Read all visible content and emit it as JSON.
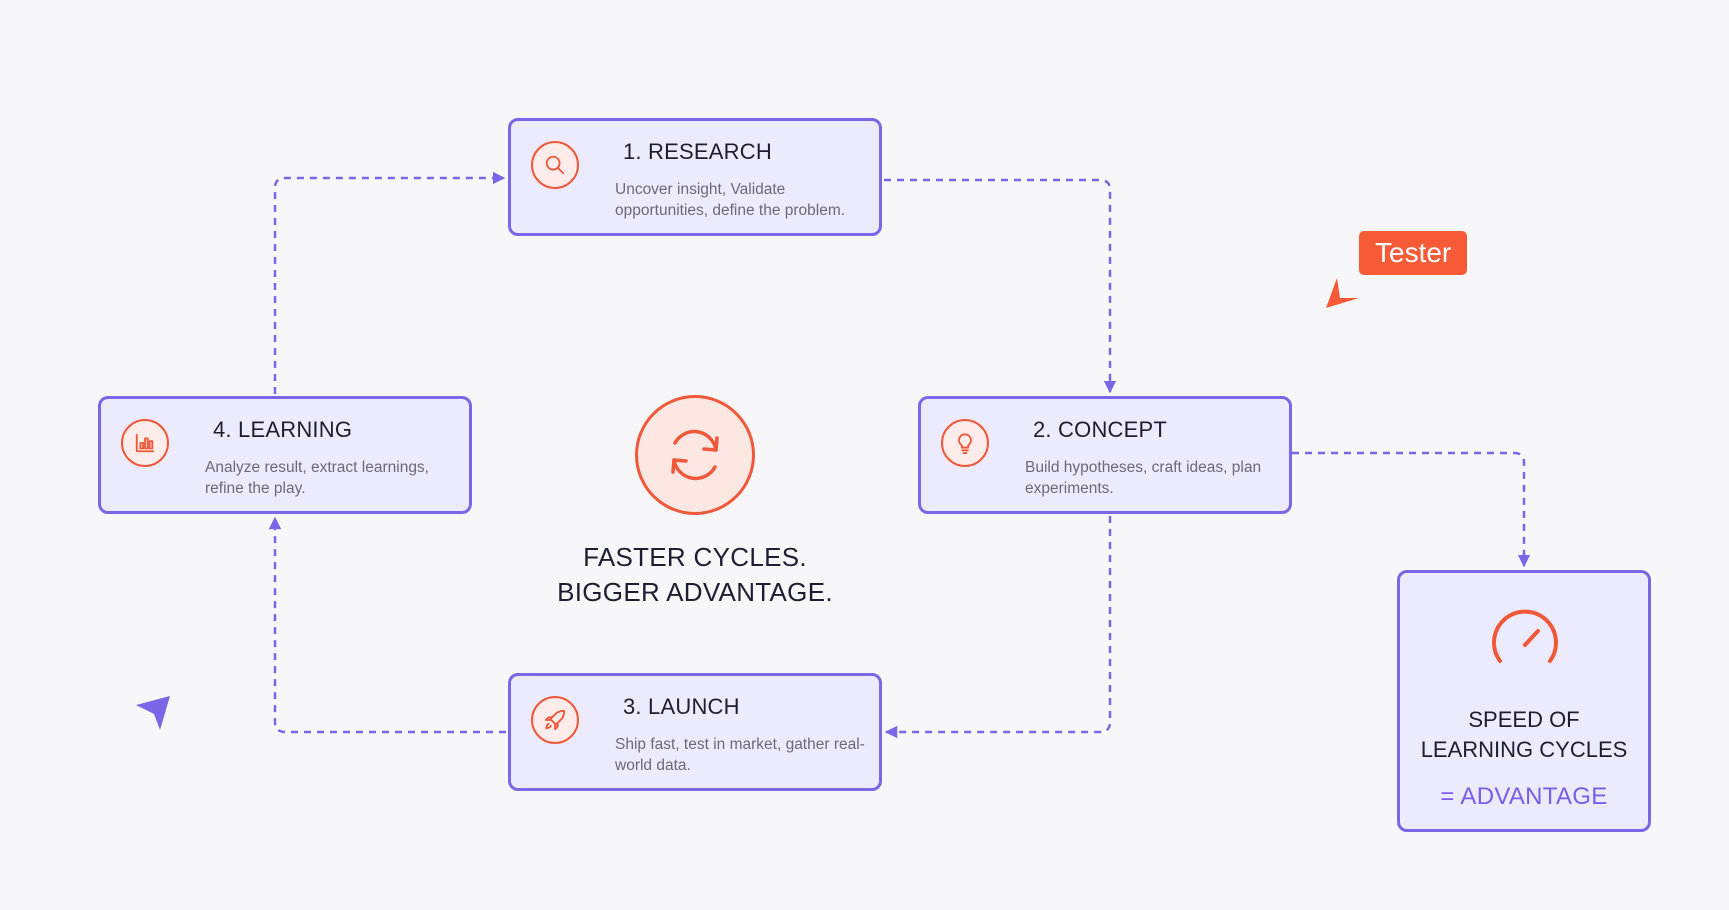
{
  "steps": [
    {
      "id": "research",
      "title": "1. RESEARCH",
      "description": "Uncover insight, Validate opportunities, define the problem.",
      "icon": "magnifier-icon"
    },
    {
      "id": "concept",
      "title": "2. CONCEPT",
      "description": "Build hypotheses, craft ideas, plan experiments.",
      "icon": "lightbulb-icon"
    },
    {
      "id": "launch",
      "title": "3. LAUNCH",
      "description": "Ship fast, test in market, gather real-world data.",
      "icon": "rocket-icon"
    },
    {
      "id": "learning",
      "title": "4. LEARNING",
      "description": "Analyze result, extract learnings, refine the play.",
      "icon": "bar-chart-icon"
    }
  ],
  "center": {
    "icon": "cycle-arrows-icon",
    "headline_line1": "FASTER CYCLES.",
    "headline_line2": "BIGGER ADVANTAGE."
  },
  "speed_card": {
    "icon": "speedometer-icon",
    "title_line1": "SPEED OF",
    "title_line2": "LEARNING CYCLES",
    "result": "= ADVANTAGE"
  },
  "collaborator": {
    "name": "Tester",
    "cursor_icon": "tester-cursor-icon",
    "own_cursor_icon": "user-cursor-icon"
  },
  "colors": {
    "accent_purple": "#7a66e6",
    "accent_orange": "#f0583a",
    "tag_orange": "#f75a36",
    "card_fill": "#eceafd",
    "background": "#f7f7fa"
  }
}
